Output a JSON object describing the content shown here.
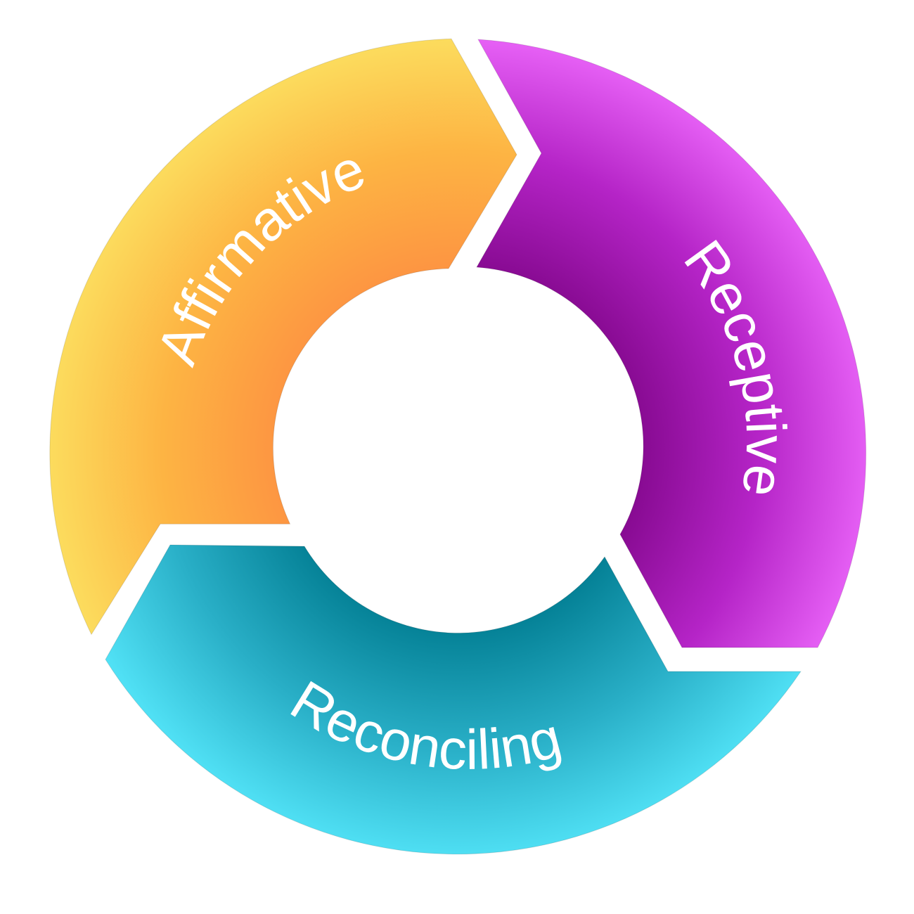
{
  "diagram": {
    "segments": [
      {
        "label": "Affirmative",
        "colors": {
          "light": "#FCDD5E",
          "mid": "#FDB443",
          "dark": "#FD9342"
        }
      },
      {
        "label": "Receptive",
        "colors": {
          "light": "#E862F7",
          "mid": "#B524C7",
          "dark": "#85098F"
        }
      },
      {
        "label": "Reconciling",
        "colors": {
          "light": "#52E3F7",
          "mid": "#29AFC7",
          "dark": "#037F94"
        }
      }
    ]
  }
}
